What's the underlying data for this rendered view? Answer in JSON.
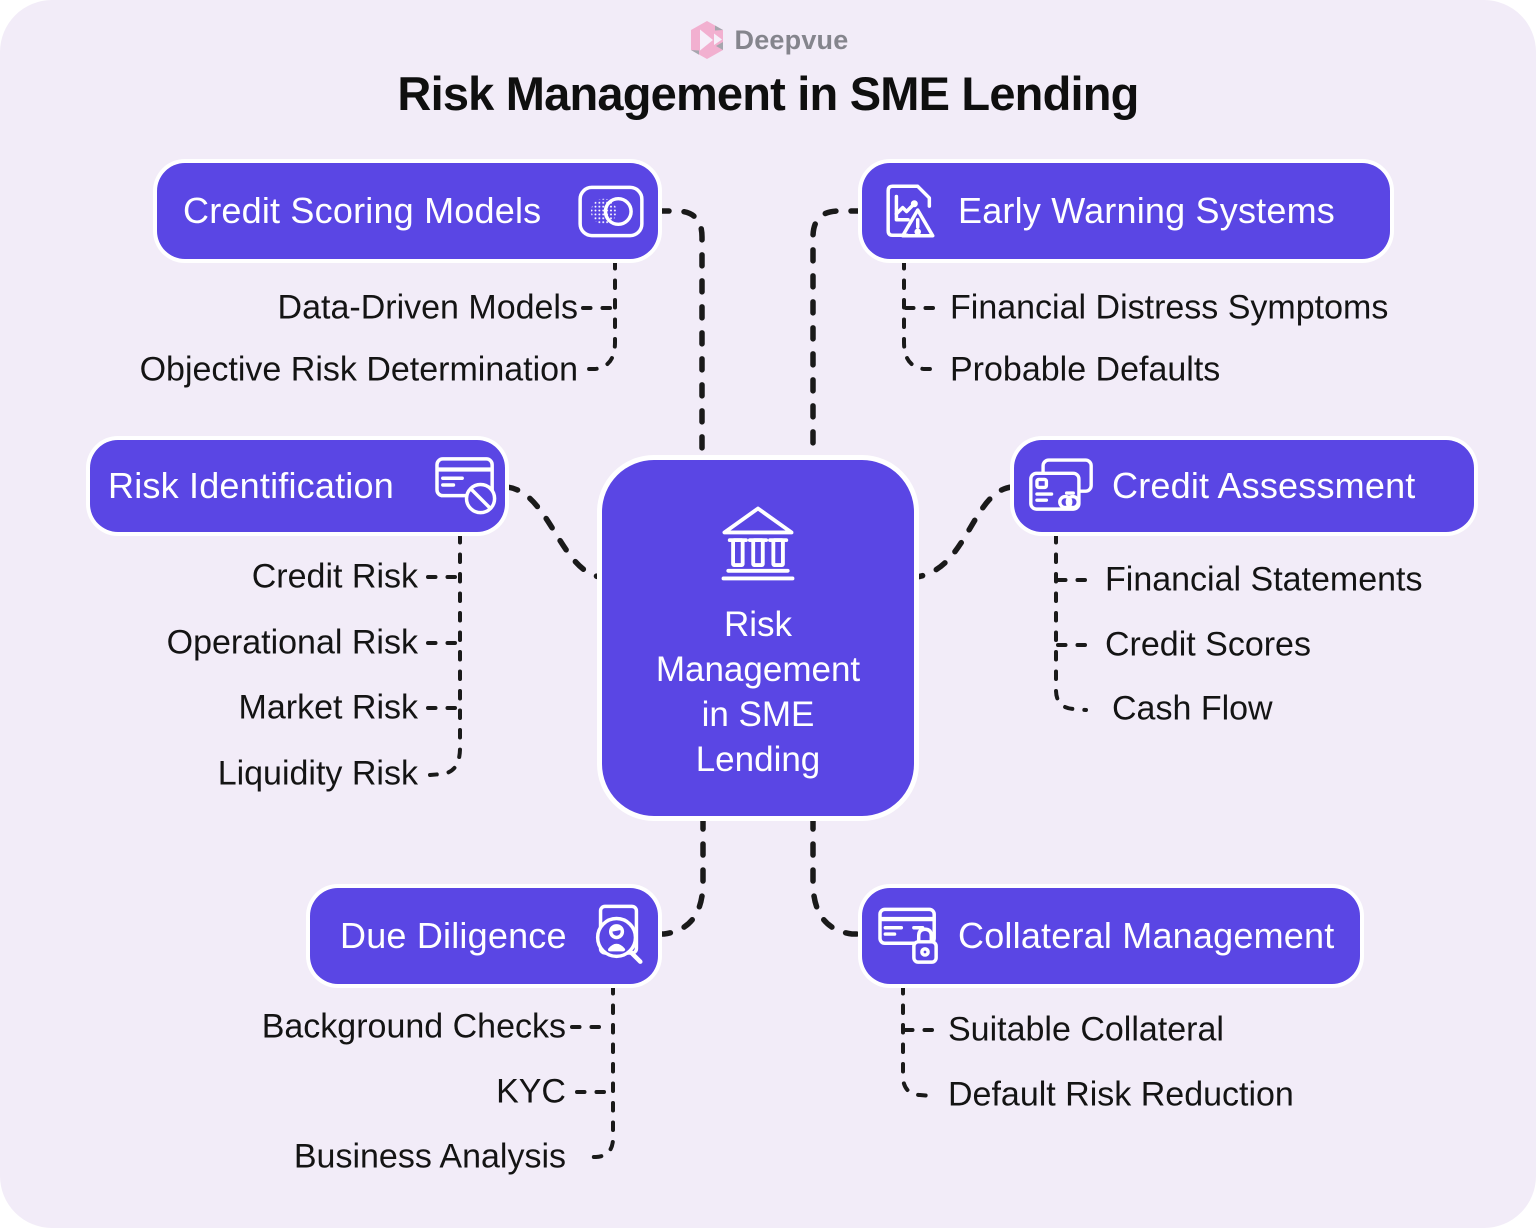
{
  "brand": {
    "name": "Deepvue",
    "logo_icon": "deepvue-hexagon-icon"
  },
  "title": "Risk Management in SME Lending",
  "colors": {
    "background": "#F2ECF8",
    "node_purple": "#5A46E4",
    "node_text": "#FFFFFF",
    "leaf_text": "#141414",
    "connector": "#1A1A1A",
    "logo_pink": "#F2B0D0",
    "logo_gray": "#85858D"
  },
  "center_node": {
    "label": "Risk Management in SME Lending",
    "lines": [
      "Risk",
      "Management",
      "in SME",
      "Lending"
    ],
    "icon": "bank-icon"
  },
  "branches": [
    {
      "id": "credit-scoring-models",
      "label": "Credit Scoring Models",
      "icon": "overlapping-coins-card-icon",
      "children": [
        "Data-Driven Models",
        "Objective Risk Determination"
      ]
    },
    {
      "id": "early-warning-systems",
      "label": "Early Warning Systems",
      "icon": "report-alert-icon",
      "children": [
        "Financial Distress Symptoms",
        "Probable Defaults"
      ]
    },
    {
      "id": "risk-identification",
      "label": "Risk Identification",
      "icon": "card-blocked-icon",
      "children": [
        "Credit Risk",
        "Operational Risk",
        "Market Risk",
        "Liquidity Risk"
      ]
    },
    {
      "id": "credit-assessment",
      "label": "Credit Assessment",
      "icon": "credit-cards-icon",
      "children": [
        "Financial Statements",
        "Credit Scores",
        "Cash Flow"
      ]
    },
    {
      "id": "due-diligence",
      "label": "Due Diligence",
      "icon": "profile-search-icon",
      "children": [
        "Background Checks",
        "KYC",
        "Business Analysis"
      ]
    },
    {
      "id": "collateral-management",
      "label": "Collateral Management",
      "icon": "card-lock-icon",
      "children": [
        "Suitable Collateral",
        "Default Risk Reduction"
      ]
    }
  ]
}
